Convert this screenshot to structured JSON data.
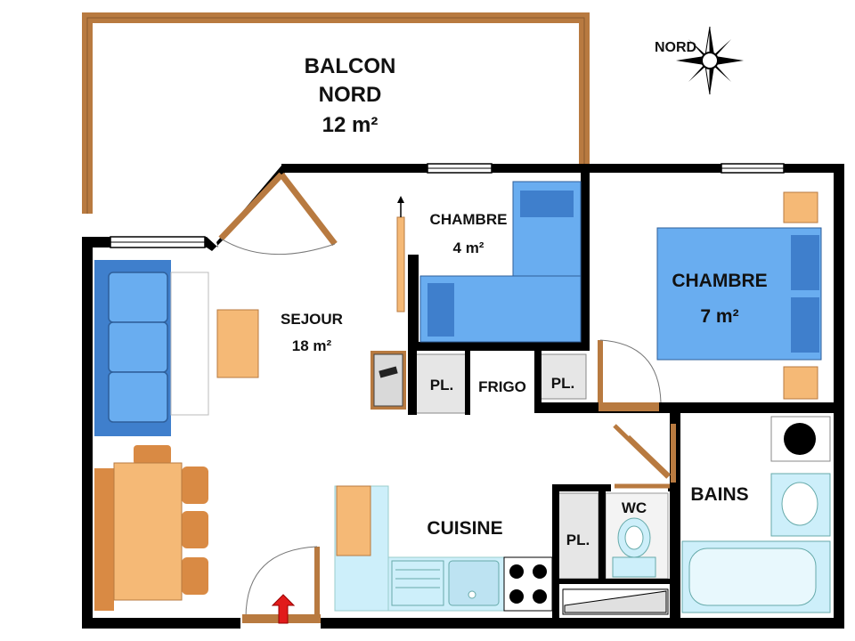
{
  "compass": {
    "label": "NORD"
  },
  "rooms": {
    "balcon": {
      "line1": "BALCON",
      "line2": "NORD",
      "area": "12 m²"
    },
    "sejour": {
      "name": "SEJOUR",
      "area": "18 m²"
    },
    "chambre_small": {
      "name": "CHAMBRE",
      "area": "4 m²"
    },
    "chambre_large": {
      "name": "CHAMBRE",
      "area": "7 m²"
    },
    "cuisine": {
      "name": "CUISINE"
    },
    "bains": {
      "name": "BAINS"
    },
    "wc": {
      "name": "WC"
    },
    "placard_1": {
      "name": "PL."
    },
    "frigo": {
      "name": "FRIGO"
    },
    "placard_2": {
      "name": "PL."
    },
    "placard_3": {
      "name": "PL."
    }
  },
  "colors": {
    "wall": "#000000",
    "balcony_railing": "#b87a40",
    "furniture_wood": "#f5b976",
    "bed_blue": "#69adf0",
    "pillow_blue": "#3f7fcc",
    "kitchen_counter": "#cdeffa",
    "floor_grey": "#e6e6e6",
    "entry_arrow": "#e11b1b"
  }
}
